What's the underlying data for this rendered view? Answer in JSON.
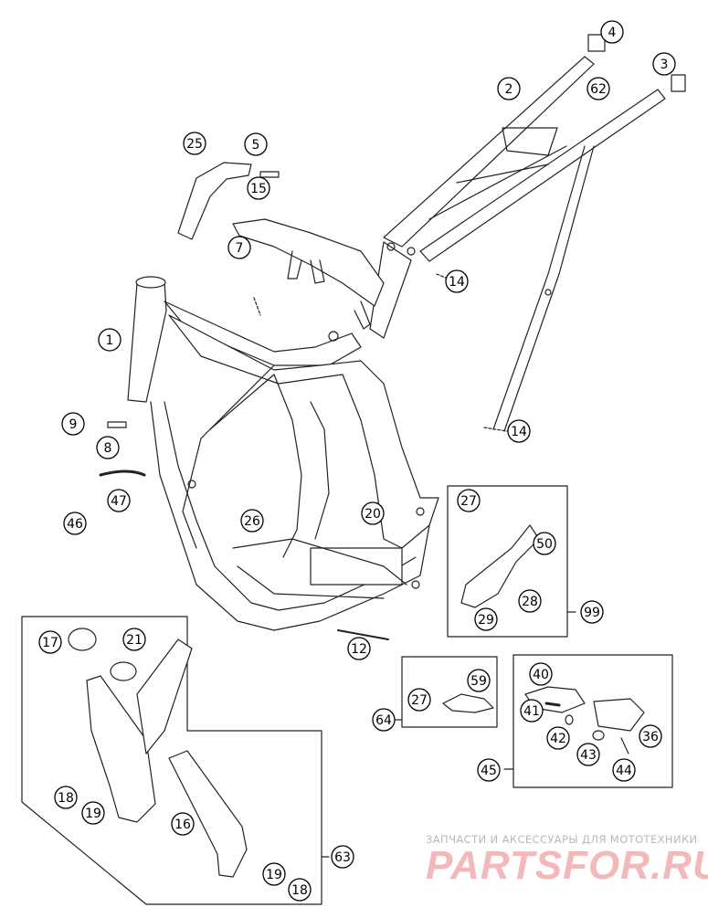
{
  "callouts": [
    "1",
    "2",
    "3",
    "4",
    "5",
    "7",
    "8",
    "9",
    "12",
    "14",
    "14",
    "15",
    "16",
    "17",
    "18",
    "18",
    "19",
    "19",
    "20",
    "21",
    "25",
    "26",
    "27",
    "27",
    "28",
    "29",
    "36",
    "40",
    "41",
    "42",
    "43",
    "44",
    "45",
    "46",
    "47",
    "50",
    "59",
    "62",
    "63",
    "64",
    "99"
  ],
  "watermark": {
    "tagline": "ЗАПЧАСТИ И АКСЕССУАРЫ ДЛЯ МОТОТЕХНИКИ",
    "brand": "PARTSFOR.RU"
  }
}
